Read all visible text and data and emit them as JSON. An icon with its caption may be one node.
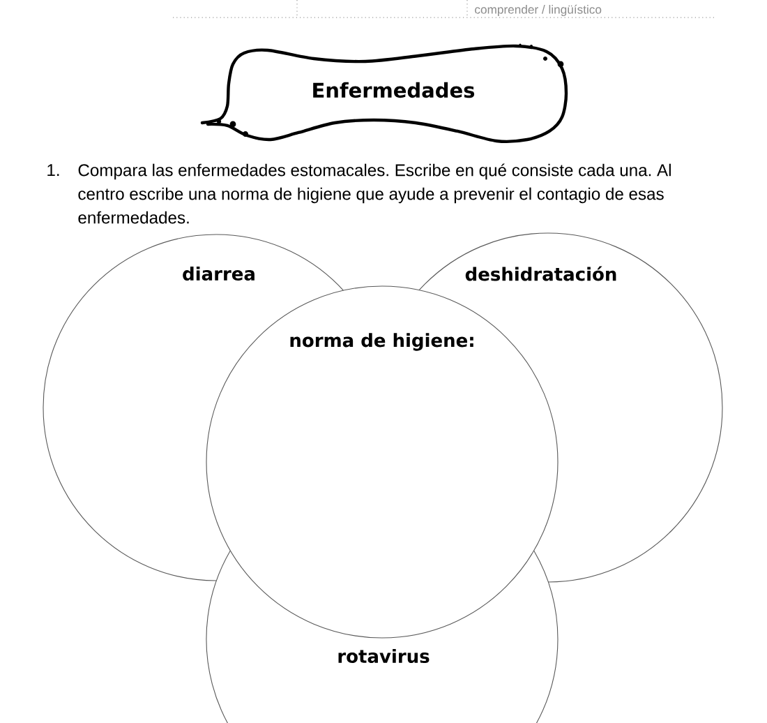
{
  "diagram": {
    "title": "Enfermedades",
    "nodes": [
      {
        "text": [
          "diarrea"
        ]
      },
      {
        "text": [
          "deshidratación"
        ]
      },
      {
        "text": [
          "norma de higiene:"
        ]
      },
      {
        "text": [
          "rotavirus"
        ]
      }
    ],
    "labels": [
      "comprender / lingüístico",
      "1.",
      "Compara las enfermedades estomacales. Escribe en qué consiste cada una. Al centro escribe una norma de higiene que ayude a prevenir el contagio de esas enfermedades."
    ]
  }
}
